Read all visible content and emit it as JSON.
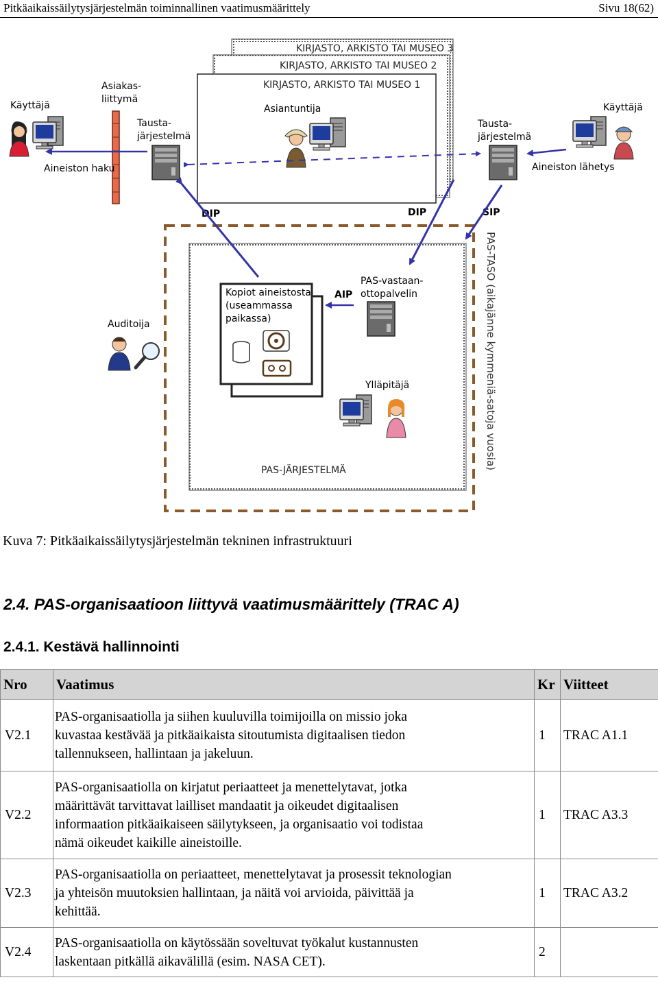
{
  "header": {
    "title": "Pitkäaikaissäilytysjärjestelmän toiminnallinen vaatimusmäärittely",
    "page": "Sivu 18(62)"
  },
  "figure": {
    "museum3": "KIRJASTO, ARKISTO TAI MUSEO 3",
    "museum2": "KIRJASTO, ARKISTO TAI MUSEO 2",
    "museum1": "KIRJASTO, ARKISTO TAI MUSEO 1",
    "kayttaja_left": "Käyttäjä",
    "asiakasliittyma": [
      "Asiakas-",
      "liittymä"
    ],
    "taustajarjestelma_left": [
      "Tausta-",
      "järjestelmä"
    ],
    "asiantuntija": "Asiantuntija",
    "taustajarjestelma_right": [
      "Tausta-",
      "järjestelmä"
    ],
    "kayttaja_right": "Käyttäjä",
    "aineiston_haku": "Aineiston haku",
    "aineiston_lahetys": "Aineiston lähetys",
    "dip_left": "DIP",
    "dip_right": "DIP",
    "sip": "SIP",
    "pas_taso": "PAS-TASO (aikajänne kymmeniä-satoja vuosia)",
    "auditoija": "Auditoija",
    "kopiot": [
      "Kopiot aineistosta",
      "(useammassa",
      "paikassa)"
    ],
    "aip": "AIP",
    "vastaanotto": [
      "PAS-vastaan-",
      "ottopalvelin"
    ],
    "yllapitaja": "Ylläpitäjä",
    "pas_jarjestelma": "PAS-JÄRJESTELMÄ",
    "colors": {
      "arrow": "#3333aa",
      "dashed_border": "#8b5a2b",
      "interface_bar": "#e86a4a",
      "monitor_screen": "#1e3c9e",
      "server": "#555555"
    }
  },
  "caption": "Kuva 7: Pitkäaikaissäilytysjärjestelmän tekninen infrastruktuuri",
  "section": "2.4. PAS-organisaatioon liittyvä vaatimusmäärittely (TRAC A)",
  "subsection": "2.4.1. Kestävä hallinnointi",
  "table": {
    "headers": {
      "nro": "Nro",
      "vaatimus": "Vaatimus",
      "kr": "Kr",
      "viitteet": "Viitteet"
    },
    "rows": [
      {
        "nro": "V2.1",
        "vaatimus": [
          "PAS-organisaatiolla ja siihen kuuluvilla toimijoilla on missio joka",
          "kuvastaa kestävää ja pitkäaikaista sitoutumista digitaalisen tiedon",
          "tallennukseen, hallintaan ja jakeluun."
        ],
        "kr": "1",
        "viitteet": "TRAC A1.1"
      },
      {
        "nro": "V2.2",
        "vaatimus": [
          "PAS-organisaatiolla on kirjatut periaatteet ja menettelytavat, jotka",
          "määrittävät tarvittavat lailliset mandaatit ja oikeudet digitaalisen",
          "informaation pitkäaikaiseen säilytykseen, ja organisaatio voi todistaa",
          "nämä oikeudet kaikille aineistoille."
        ],
        "kr": "1",
        "viitteet": "TRAC A3.3"
      },
      {
        "nro": "V2.3",
        "vaatimus": [
          "PAS-organisaatiolla on periaatteet, menettelytavat ja prosessit teknologian",
          "ja yhteisön muutoksien hallintaan, ja näitä voi arvioida, päivittää ja",
          "kehittää."
        ],
        "kr": "1",
        "viitteet": "TRAC A3.2"
      },
      {
        "nro": "V2.4",
        "vaatimus": [
          "PAS-organisaatiolla on käytössään soveltuvat työkalut kustannusten",
          "laskentaan pitkällä aikavälillä (esim. NASA CET)."
        ],
        "kr": "2",
        "viitteet": ""
      }
    ]
  }
}
